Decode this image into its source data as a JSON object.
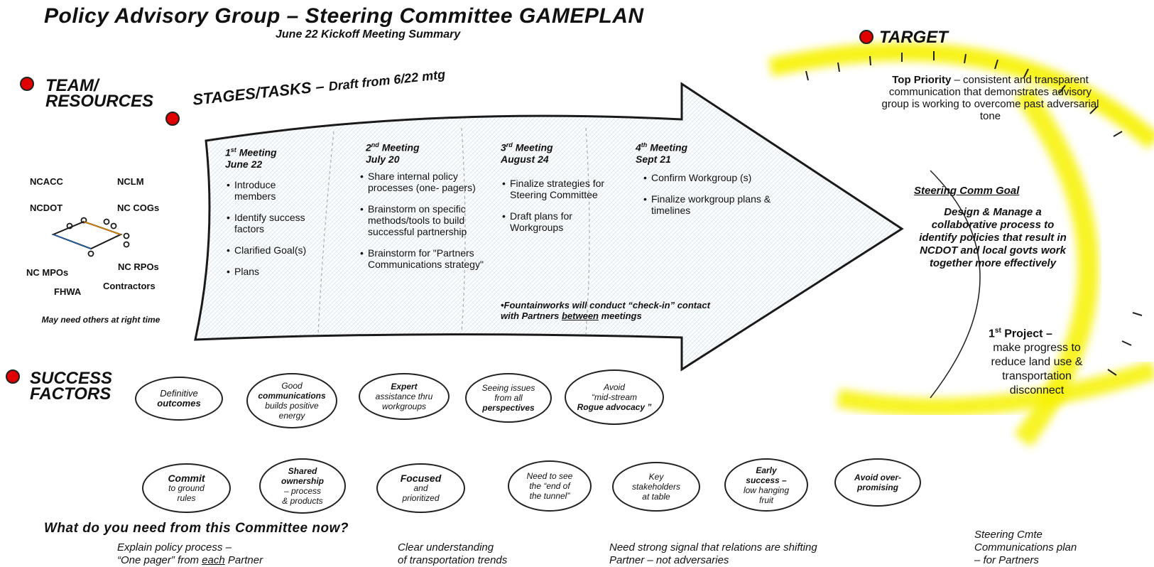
{
  "header": {
    "title": "Policy Advisory Group – Steering Committee GAMEPLAN",
    "subtitle": "June 22 Kickoff Meeting Summary"
  },
  "sections": {
    "team": "TEAM/",
    "team_line2": "RESOURCES",
    "stages": "STAGES/TASKS –",
    "stages_draft": "Draft from 6/22 mtg",
    "success": "SUCCESS",
    "success_line2": "FACTORS",
    "target": "TARGET"
  },
  "team_members": [
    "NCACC",
    "NCLM",
    "NCDOT",
    "NC COGs",
    "NC MPOs",
    "NC RPOs",
    "FHWA",
    "Contractors"
  ],
  "team_note": "May need others at right time",
  "meetings": [
    {
      "ordinal": "1",
      "suffix": "st",
      "label": "Meeting",
      "date": "June 22",
      "items": [
        "Introduce members",
        "Identify success factors",
        "Clarified Goal(s)",
        "Plans"
      ]
    },
    {
      "ordinal": "2",
      "suffix": "nd",
      "label": "Meeting",
      "date": "July 20",
      "items": [
        "Share internal policy processes (one- pagers)",
        "Brainstorm on specific methods/tools to build successful partnership",
        "Brainstorm for \"Partners Communications strategy\""
      ]
    },
    {
      "ordinal": "3",
      "suffix": "rd",
      "label": "Meeting",
      "date": "August 24",
      "items": [
        "Finalize strategies for Steering Committee",
        "Draft plans for Workgroups"
      ]
    },
    {
      "ordinal": "4",
      "suffix": "th",
      "label": "Meeting",
      "date": "Sept 21",
      "items": [
        "Confirm Workgroup (s)",
        "Finalize workgroup plans & timelines"
      ]
    }
  ],
  "check_in": {
    "part1": "•Fountainworks will conduct “check-in” contact with Partners",
    "underlined": "between",
    "part2": "meetings"
  },
  "success_factors": {
    "row1": [
      {
        "lines": [
          "Definitive",
          "outcomes"
        ]
      },
      {
        "lines": [
          "Good",
          "communications",
          "builds positive",
          "energy"
        ]
      },
      {
        "lines": [
          "Expert",
          "assistance thru",
          "workgroups"
        ]
      },
      {
        "lines": [
          "Seeing issues",
          "from all",
          "perspectives"
        ]
      },
      {
        "lines": [
          "Avoid",
          "“mid-stream",
          "Rogue advocacy ”"
        ]
      }
    ],
    "row2": [
      {
        "lines": [
          "Commit",
          "to ground",
          "rules"
        ]
      },
      {
        "lines": [
          "Shared",
          "ownership",
          "– process",
          "& products"
        ]
      },
      {
        "lines": [
          "Focused",
          "and",
          "prioritized"
        ]
      },
      {
        "lines": [
          "Need to see",
          "the “end of",
          "the tunnel”"
        ]
      },
      {
        "lines": [
          "Key",
          "stakeholders",
          "at table"
        ]
      },
      {
        "lines": [
          "Early",
          "success –",
          "low hanging",
          "fruit"
        ]
      },
      {
        "lines": [
          "Avoid over-",
          "promising"
        ]
      }
    ]
  },
  "target": {
    "priority_bold": "Top Priority",
    "priority_text": " – consistent and transparent communication that demonstrates advisory group is working to overcome past adversarial tone",
    "goal_title": "Steering Comm Goal",
    "goal_body": "Design & Manage a collaborative process to identify policies that result in NCDOT and local govts work together more effectively",
    "project_ordinal": "1",
    "project_suffix": "st",
    "project_label": " Project –",
    "project_text": "make progress to reduce land use & transportation disconnect"
  },
  "committee_question": "What do you need from this Committee now?",
  "needs": [
    {
      "line1": "Explain policy process –",
      "line2_before": "“One pager” from ",
      "line2_underlined": "each",
      "line2_after": " Partner"
    },
    {
      "line1": "Clear understanding",
      "line2_before": "of transportation trends",
      "line2_underlined": "",
      "line2_after": ""
    },
    {
      "line1": "Need strong signal that relations are shifting",
      "line2_before": "Partner – not adversaries",
      "line2_underlined": "",
      "line2_after": ""
    },
    {
      "line1": "Steering Cmte",
      "line2_before": "Communications plan",
      "line2_underlined": "",
      "line2_after": "",
      "line3": "– for Partners"
    }
  ],
  "colors": {
    "dot": "#e00000",
    "glow": "#f7f200",
    "arrow_fill": "#eef4f8",
    "ink": "#111111"
  }
}
